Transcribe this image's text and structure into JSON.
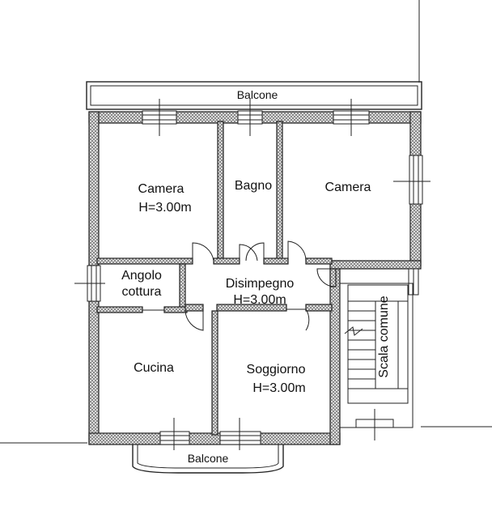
{
  "plan": {
    "rooms": {
      "balcone_top": "Balcone",
      "camera_left": "Camera",
      "camera_left_height": "H=3.00m",
      "bagno": "Bagno",
      "camera_right": "Camera",
      "angolo_line1": "Angolo",
      "angolo_line2": "cottura",
      "disimpegno": "Disimpegno",
      "disimpegno_height": "H=3.00m",
      "cucina": "Cucina",
      "soggiorno": "Soggiorno",
      "soggiorno_height": "H=3.00m",
      "balcone_bottom": "Balcone",
      "scala": "Scala comune"
    }
  }
}
